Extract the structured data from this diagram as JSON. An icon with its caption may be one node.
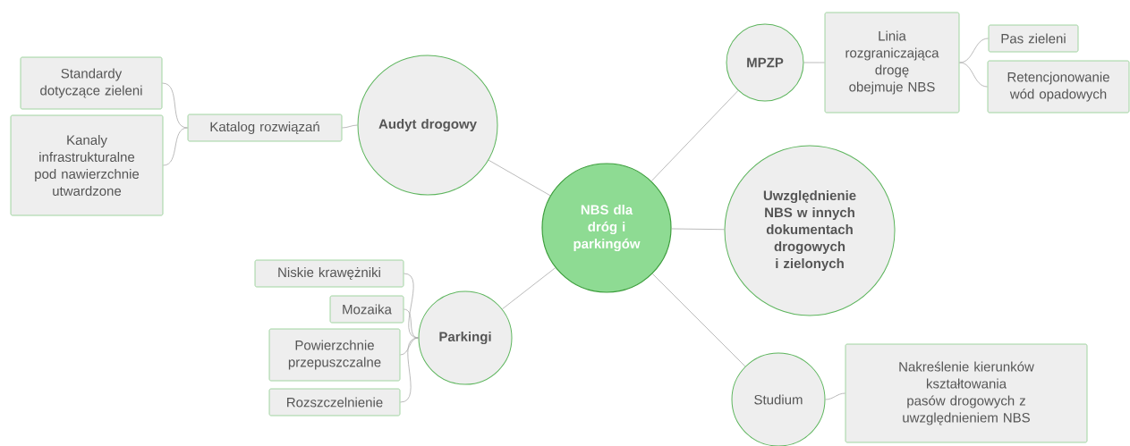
{
  "diagram": {
    "nodes": [
      {
        "text": [
          "NBS dla dróg i parkingów"
        ]
      },
      {
        "text": [
          "Audyt drogowy"
        ]
      },
      {
        "text": [
          "Katalog rozwiązań"
        ]
      },
      {
        "text": [
          "Standardy dotyczące zieleni"
        ]
      },
      {
        "text": [
          "Kanaly infrastrukturalne pod nawierzchnie utwardzone"
        ]
      },
      {
        "text": [
          "MPZP"
        ]
      },
      {
        "text": [
          "Linia rozgraniczająca drogę obejmuje NBS"
        ]
      },
      {
        "text": [
          "Pas zieleni"
        ]
      },
      {
        "text": [
          "Retencjonowanie wód opadowych"
        ]
      },
      {
        "text": [
          "Uwzględnienie NBS w innych dokumentach drogowych i zielonych"
        ]
      },
      {
        "text": [
          "Parkingi"
        ]
      },
      {
        "text": [
          "Niskie krawężniki"
        ]
      },
      {
        "text": [
          "Mozaika"
        ]
      },
      {
        "text": [
          "Powierzchnie przepuszczalne"
        ]
      },
      {
        "text": [
          "Rozszczelnienie"
        ]
      },
      {
        "text": [
          "Studium"
        ]
      },
      {
        "text": [
          "Nakreślenie kierunków kształtowania pasów drogowych z uwzględnieniem NBS"
        ]
      }
    ],
    "edges": [
      {
        "from": 0,
        "to": 1,
        "arrow": "none"
      },
      {
        "from": 1,
        "to": 2,
        "arrow": "none"
      },
      {
        "from": 2,
        "to": 3,
        "arrow": "none"
      },
      {
        "from": 2,
        "to": 4,
        "arrow": "none"
      },
      {
        "from": 0,
        "to": 5,
        "arrow": "none"
      },
      {
        "from": 5,
        "to": 6,
        "arrow": "none"
      },
      {
        "from": 6,
        "to": 7,
        "arrow": "none"
      },
      {
        "from": 6,
        "to": 8,
        "arrow": "none"
      },
      {
        "from": 0,
        "to": 9,
        "arrow": "none"
      },
      {
        "from": 0,
        "to": 10,
        "arrow": "none"
      },
      {
        "from": 10,
        "to": 11,
        "arrow": "none"
      },
      {
        "from": 10,
        "to": 12,
        "arrow": "none"
      },
      {
        "from": 10,
        "to": 13,
        "arrow": "none"
      },
      {
        "from": 10,
        "to": 14,
        "arrow": "none"
      },
      {
        "from": 0,
        "to": 15,
        "arrow": "none"
      },
      {
        "from": 15,
        "to": 16,
        "arrow": "none"
      }
    ]
  }
}
